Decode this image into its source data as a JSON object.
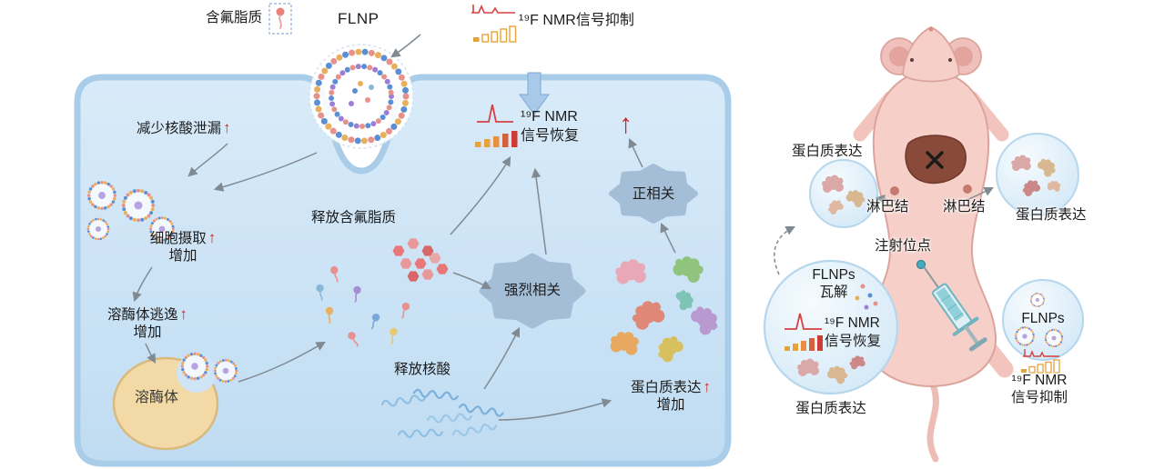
{
  "colors": {
    "cell_fill_top": "#d9ebf9",
    "cell_fill_bottom": "#c0dcf2",
    "membrane": "#a9cde8",
    "arrow_red": "#cf2720",
    "arrow_gray": "#808a92",
    "cloud_blue": "#a3bed6",
    "lysosome_tan": "#f2d9a6",
    "mouse_pink": "#f6cfc8",
    "liver_brown": "#8a4a3a",
    "syringe_teal": "#6fb4c0",
    "bar_orange": "#e8a23c",
    "bar_red": "#cc3c34",
    "spectrum_red": "#d84040"
  },
  "icons": {
    "up_arrow": "↑"
  },
  "left_panel": {
    "lipid_label": "含氟脂质",
    "flnp_label": "FLNP",
    "nmr_suppressed": "¹⁹F NMR信号抑制",
    "nmr_recovery_line1": "¹⁹F NMR",
    "nmr_recovery_line2": "信号恢复",
    "reduce_nucleic_leakage": "减少核酸泄漏",
    "cell_uptake_line1": "细胞摄取",
    "cell_uptake_line2": "增加",
    "lysosome_escape_line1": "溶酶体逃逸",
    "lysosome_escape_line2": "增加",
    "lysosome": "溶酶体",
    "release_fluorinated_lipid": "释放含氟脂质",
    "strong_correlation": "强烈相关",
    "positive_correlation": "正相关",
    "release_nucleic_acid": "释放核酸",
    "protein_expression_line1": "蛋白质表达",
    "protein_expression_line2": "增加"
  },
  "right_panel": {
    "protein_expression_top_left": "蛋白质表达",
    "lymph_node_left": "淋巴结",
    "lymph_node_right": "淋巴结",
    "protein_expression_top_right": "蛋白质表达",
    "injection_site": "注射位点",
    "flnps_disintegrate_line1": "FLNPs",
    "flnps_disintegrate_line2": "瓦解",
    "nmr_recovery_line1": "¹⁹F NMR",
    "nmr_recovery_line2": "信号恢复",
    "protein_expression_bottom": "蛋白质表达",
    "flnps_label": "FLNPs",
    "nmr_suppressed_line1": "¹⁹F NMR",
    "nmr_suppressed_line2": "信号抑制"
  }
}
